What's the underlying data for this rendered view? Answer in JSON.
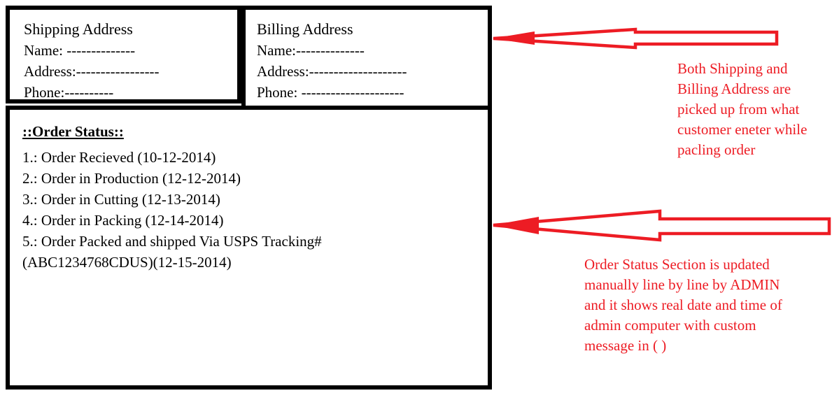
{
  "colors": {
    "ink": "#000000",
    "red": "#ed1c24"
  },
  "shipping": {
    "title": "Shipping Address",
    "lines": [
      "Name: --------------",
      "Address:-----------------",
      "Phone:----------"
    ]
  },
  "billing": {
    "title": "Billing Address",
    "lines": [
      "Name:--------------",
      "Address:--------------------",
      "Phone: ---------------------"
    ]
  },
  "order_status": {
    "title": "::Order Status::",
    "items": [
      "1.: Order Recieved (10-12-2014)",
      "2.: Order in Production (12-12-2014)",
      "3.: Order in Cutting (12-13-2014)",
      "4.: Order in Packing (12-14-2014)",
      "5.: Order Packed and shipped Via USPS Tracking#",
      "(ABC1234768CDUS)(12-15-2014)"
    ]
  },
  "annotations": {
    "addresses_note": {
      "lines": [
        "Both Shipping and",
        "Billing Address are",
        "picked up from what",
        "customer eneter while",
        "pacling order"
      ]
    },
    "status_note": {
      "lines": [
        "Order Status Section is updated",
        "manually line by line by ADMIN",
        "and it shows real date and time of",
        "admin computer with custom",
        "message in ( )"
      ]
    }
  }
}
